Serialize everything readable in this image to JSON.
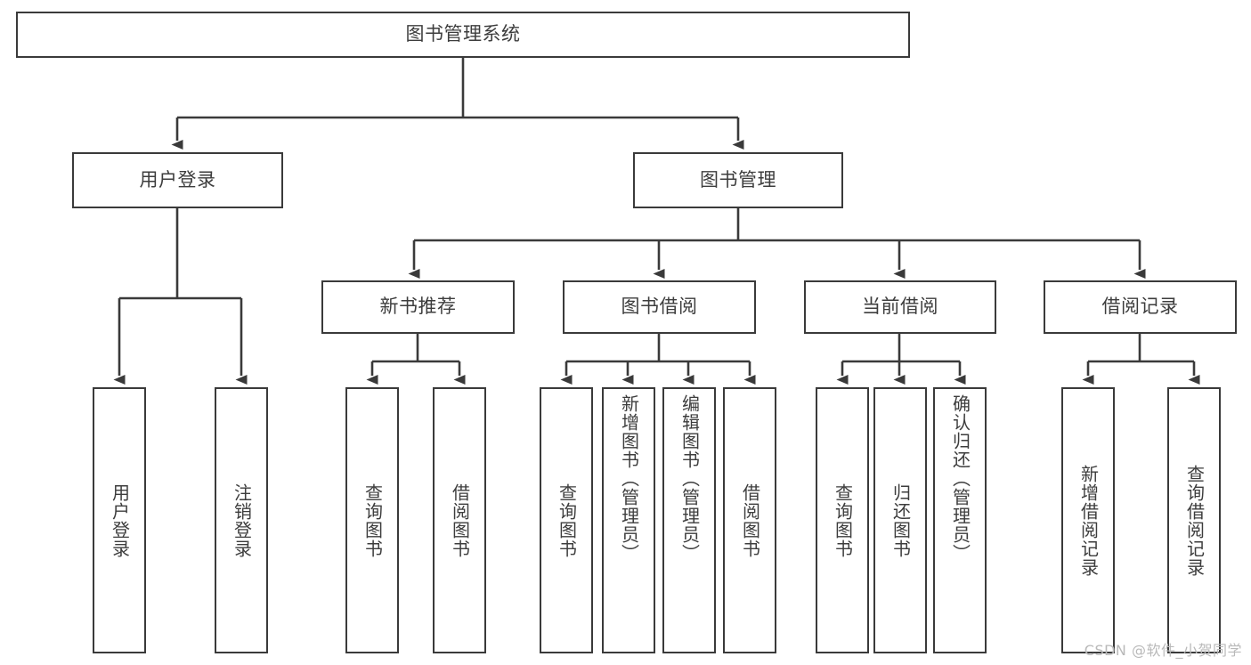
{
  "diagram": {
    "title": "图书管理系统",
    "type": "tree",
    "watermark": "CSDN @软件_小贺同学",
    "colors": {
      "box_border": "#3a3a3a",
      "box_fill": "#ffffff",
      "text": "#3d3d3d",
      "connector": "#3a3a3a",
      "watermark": "#b9b9b9",
      "background": "#ffffff"
    },
    "root": {
      "label": "图书管理系统"
    },
    "level2": [
      {
        "label": "用户登录"
      },
      {
        "label": "图书管理"
      }
    ],
    "level3": [
      {
        "label": "新书推荐"
      },
      {
        "label": "图书借阅"
      },
      {
        "label": "当前借阅"
      },
      {
        "label": "借阅记录"
      }
    ],
    "leaves": {
      "user_login": [
        {
          "label": "用户登录"
        },
        {
          "label": "注销登录"
        }
      ],
      "new_book": [
        {
          "label": "查询图书"
        },
        {
          "label": "借阅图书"
        }
      ],
      "borrow_book": [
        {
          "label": "查询图书"
        },
        {
          "label": "新增图书（管理员）"
        },
        {
          "label": "编辑图书（管理员）"
        },
        {
          "label": "借阅图书"
        }
      ],
      "current_borrow": [
        {
          "label": "查询图书"
        },
        {
          "label": "归还图书"
        },
        {
          "label": "确认归还（管理员）"
        }
      ],
      "borrow_record": [
        {
          "label": "新增借阅记录"
        },
        {
          "label": "查询借阅记录"
        }
      ]
    }
  }
}
